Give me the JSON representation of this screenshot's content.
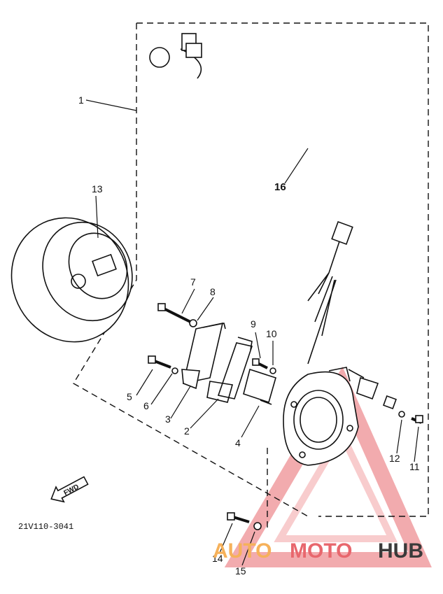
{
  "labels": {
    "p1": "1",
    "p2": "2",
    "p3": "3",
    "p4": "4",
    "p5": "5",
    "p6": "6",
    "p7": "7",
    "p8": "8",
    "p9": "9",
    "p10": "10",
    "p11": "11",
    "p12": "12",
    "p13": "13",
    "p14": "14",
    "p15": "15",
    "p16": "16"
  },
  "fwd_label": "FWD",
  "diagram_code": "21V110-3041",
  "watermark": {
    "part_a": "AUTO",
    "part_b": "MOTO",
    "part_c": "HUB",
    "colors": {
      "orange": "#f6b15a",
      "red": "#e8676d",
      "dark": "#3a3a3a"
    }
  }
}
